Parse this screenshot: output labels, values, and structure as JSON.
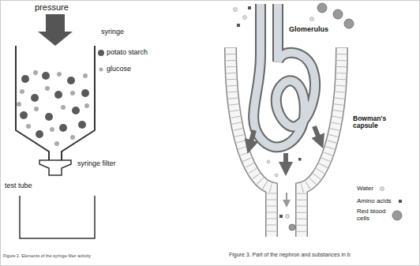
{
  "diagram": {
    "labels": [
      "pressure",
      "syringe",
      "potato starch",
      "glucose",
      "syringe filter",
      "test tube",
      "Figure 2. Elements of the syringe filter activity",
      "Glomerulus",
      "Bowman's capsule",
      "Figure 3. Part of the nephron and substances in b"
    ],
    "legend": [
      {
        "text": "Water"
      },
      {
        "text": "Amino acids"
      },
      {
        "text": "Red blood cells"
      }
    ]
  }
}
